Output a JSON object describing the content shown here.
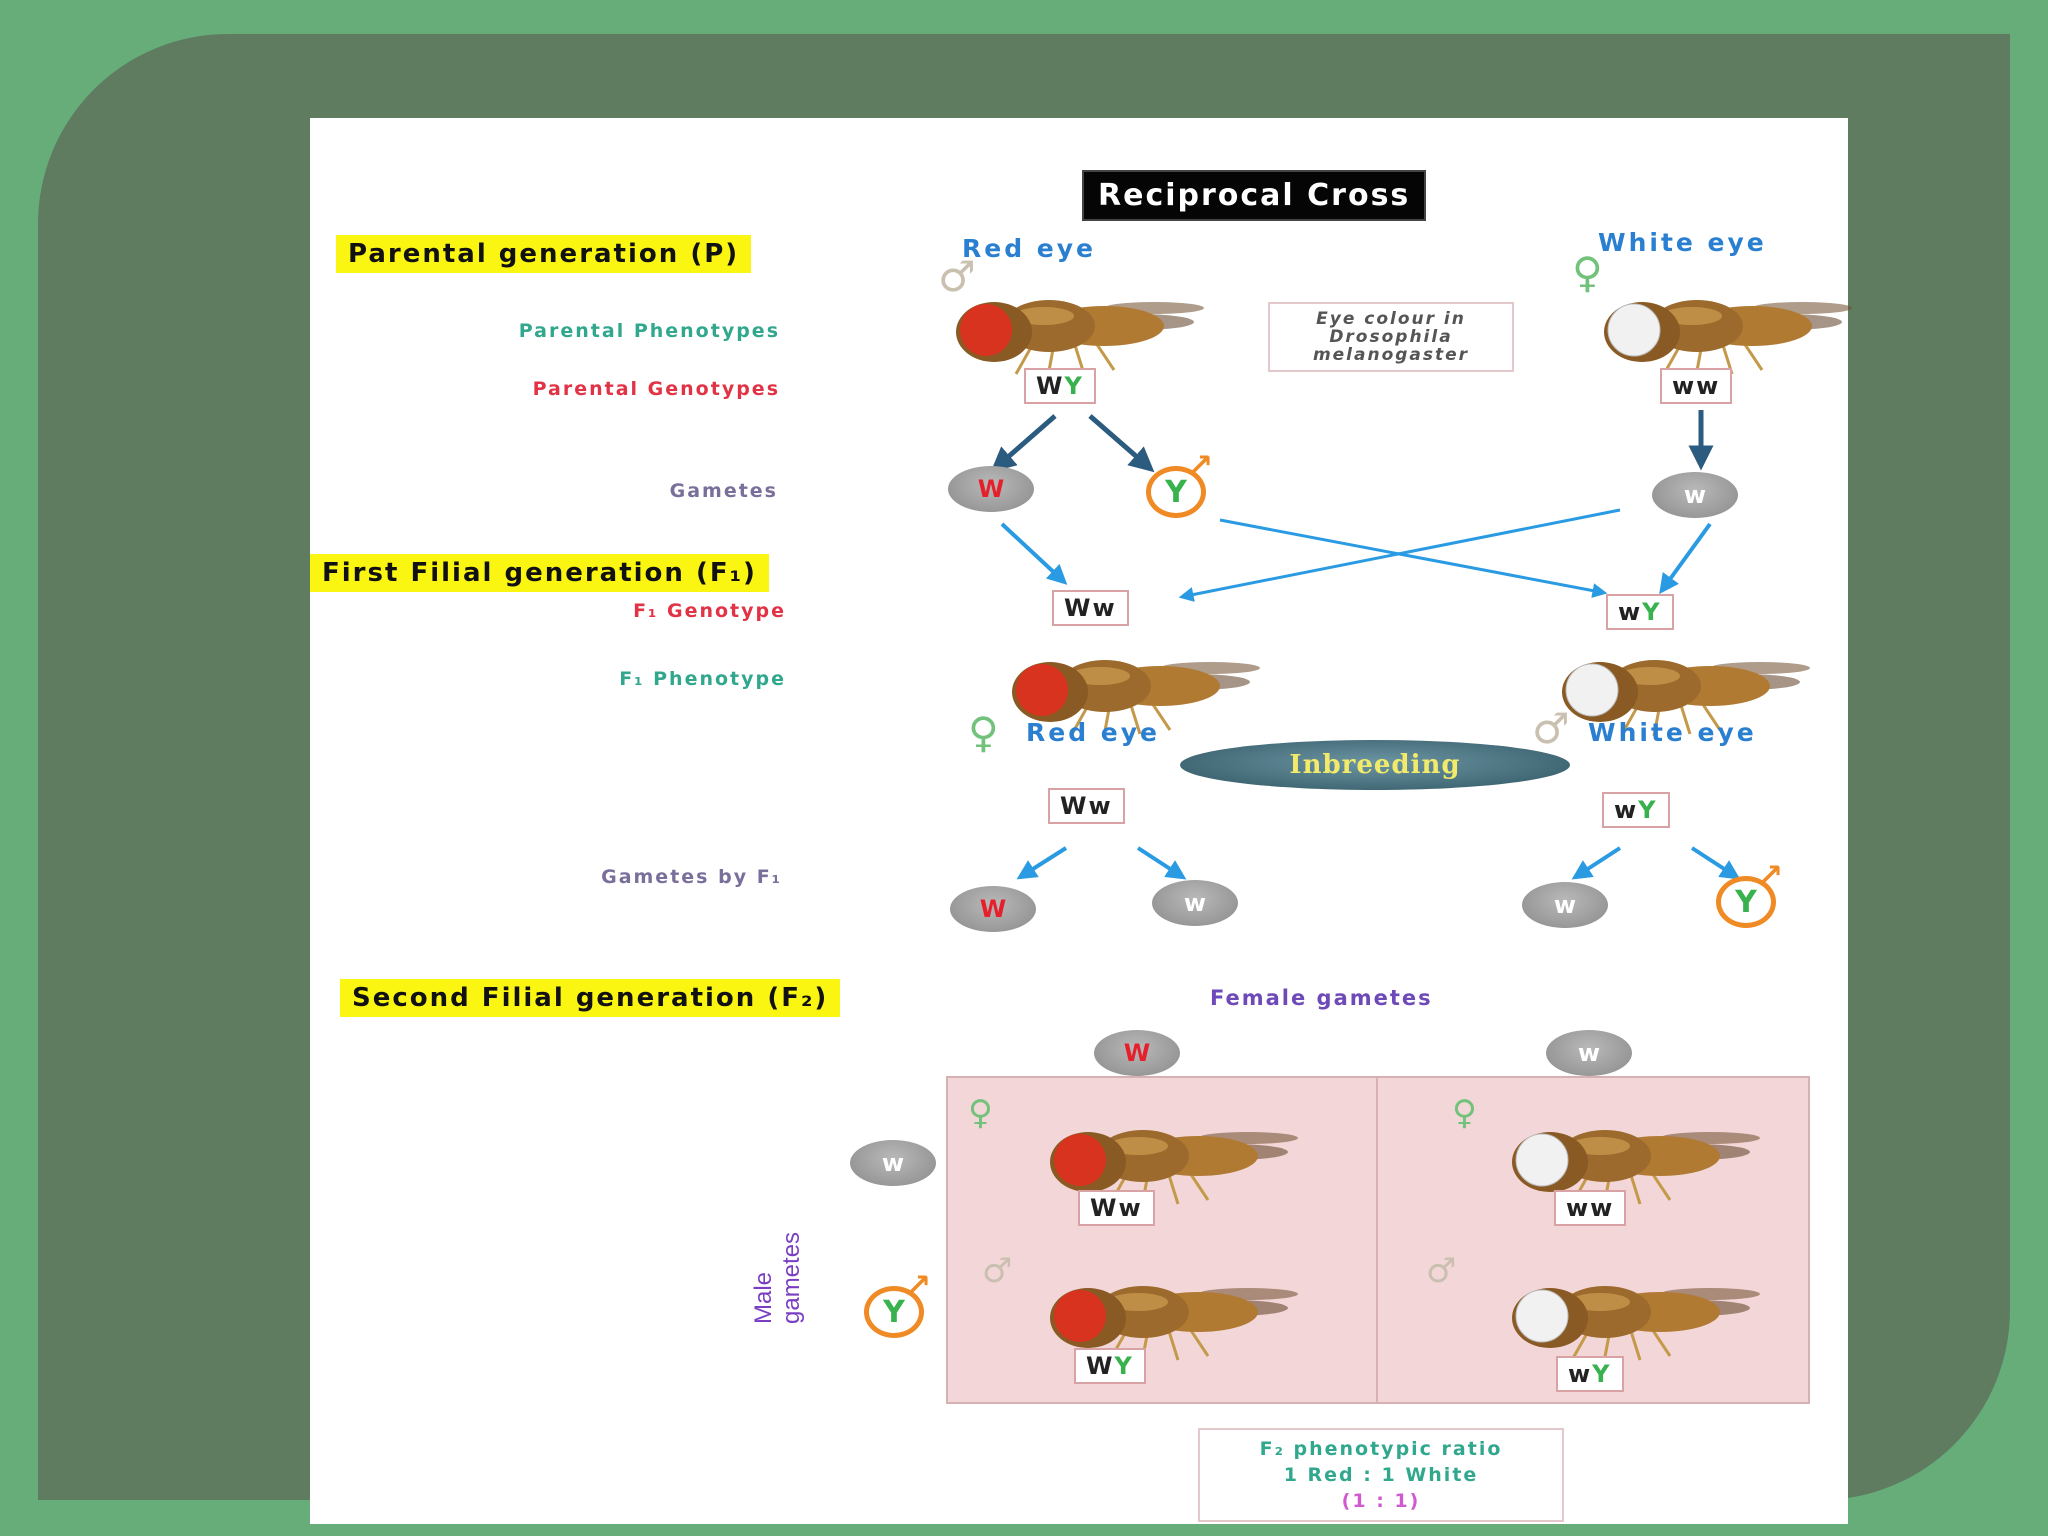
{
  "title": "Reciprocal Cross",
  "generations": {
    "p": "Parental generation (P)",
    "f1": "First Filial generation (F₁)",
    "f2": "Second Filial generation (F₂)"
  },
  "labels": {
    "parental_phenotypes": "Parental Phenotypes",
    "parental_genotypes": "Parental Genotypes",
    "gametes": "Gametes",
    "f1_genotype": "F₁ Genotype",
    "f1_phenotype": "F₁ Phenotype",
    "gametes_by_f1": "Gametes by F₁",
    "female_gametes": "Female gametes",
    "male_gametes": "Male gametes"
  },
  "note": [
    "Eye colour in",
    "Drosophila",
    "melanogaster"
  ],
  "parents": {
    "left": {
      "phenotype": "Red eye",
      "sex": "♂",
      "genotype_a": "W",
      "genotype_b": "Y"
    },
    "right": {
      "phenotype": "White eye",
      "sex": "♀",
      "genotype": "ww"
    }
  },
  "gametes_p": {
    "left_1": "W",
    "left_2": "Y",
    "right": "w"
  },
  "f1": {
    "left": {
      "genotype": "Ww",
      "sex": "♀",
      "phenotype": "Red eye"
    },
    "right": {
      "genotype_a": "w",
      "genotype_b": "Y",
      "sex": "♂",
      "phenotype": "White eye"
    }
  },
  "inbreeding": "Inbreeding",
  "f1_cross": {
    "left": {
      "genotype": "Ww",
      "gamete_1": "W",
      "gamete_2": "w"
    },
    "right": {
      "genotype_a": "w",
      "genotype_b": "Y",
      "gamete_1": "w",
      "gamete_2": "Y"
    }
  },
  "punnett": {
    "female_gametes": [
      "W",
      "w"
    ],
    "male_gametes": [
      "w",
      "Y"
    ],
    "cells": [
      {
        "sex": "♀",
        "genotype": "Ww",
        "eye": "red"
      },
      {
        "sex": "♀",
        "genotype": "ww",
        "eye": "white"
      },
      {
        "sex": "♂",
        "genotype_a": "W",
        "genotype_b": "Y",
        "eye": "red"
      },
      {
        "sex": "♂",
        "genotype_a": "w",
        "genotype_b": "Y",
        "eye": "white"
      }
    ]
  },
  "ratio": {
    "line1": "F₂ phenotypic ratio",
    "line2": "1 Red : 1 White",
    "line3": "(1 : 1)"
  },
  "colors": {
    "red_eye": "#d8331f",
    "white_eye": "#f1f1f1",
    "arrow_blue": "#2a9be3",
    "arrow_dark": "#2c5b80",
    "banner": "#fbf512"
  }
}
